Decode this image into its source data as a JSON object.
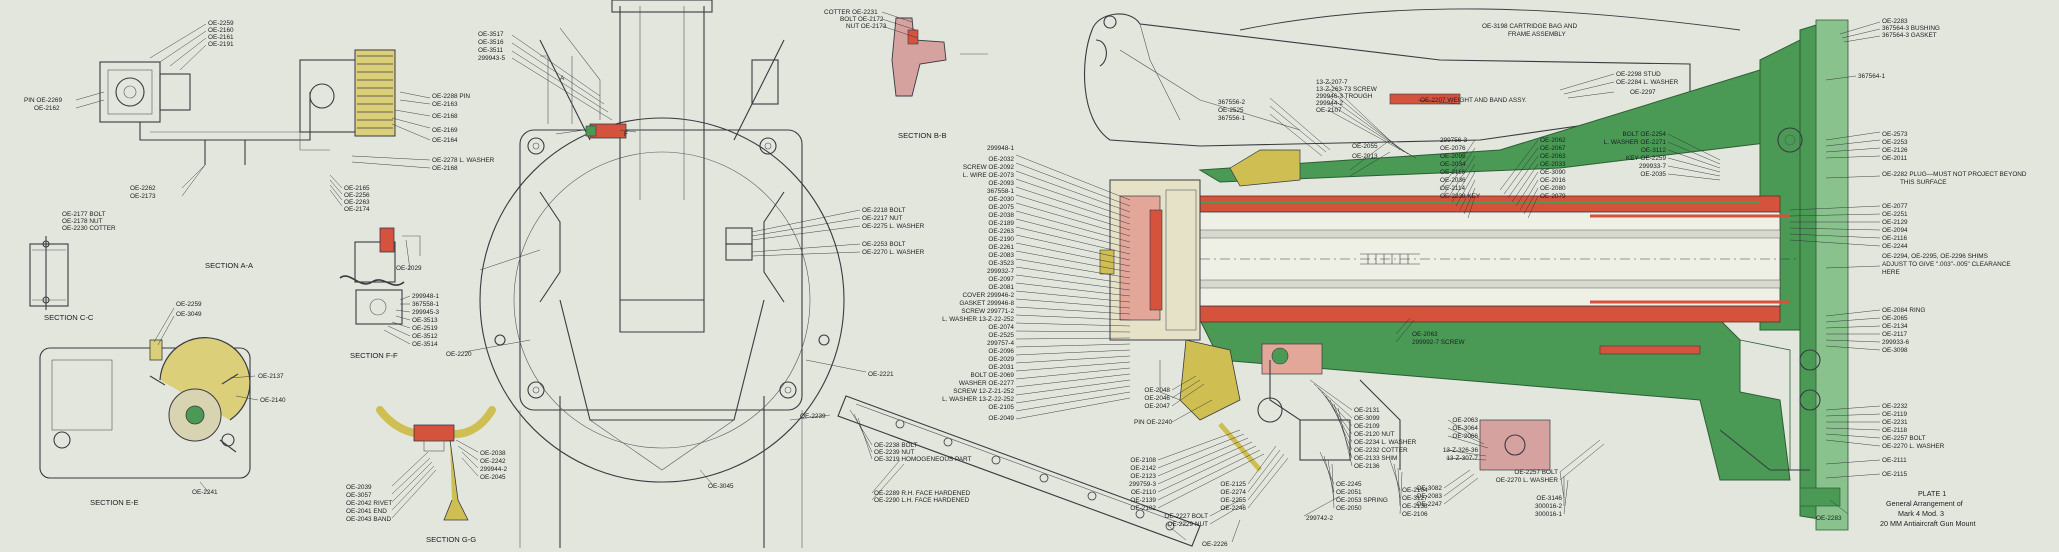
{
  "sections": {
    "a": "SECTION A-A",
    "b": "SECTION B-B",
    "c": "SECTION C-C",
    "e": "SECTION E-E",
    "f": "SECTION F-F",
    "g": "SECTION G-G"
  },
  "plate": {
    "number": "PLATE 1",
    "line1": "General Arrangement of",
    "line2": "Mark 4 Mod. 3",
    "line3": "20 MM Antiaircraft Gun Mount"
  },
  "notes": {
    "plug_1": "OE-2282 PLUG—MUST NOT PROJECT BEYOND",
    "plug_2": "THIS SURFACE",
    "shims_1": "OE-2294, OE-2295, OE-2296 SHIMS",
    "shims_2": "ADJUST TO GIVE \".003\"-.005\" CLEARANCE",
    "shims_3": "HERE"
  },
  "section_a_left": [
    "PIN OE-2269",
    "OE-2162"
  ],
  "section_a_top": [
    "OE-2259",
    "OE-2160",
    "OE-2161",
    "OE-2191"
  ],
  "section_a_bottom": [
    "OE-2262",
    "OE-2173"
  ],
  "section_a_right": [
    "OE-2288 PIN",
    "OE-2163",
    "OE-2168",
    "OE-2169",
    "OE-2164",
    "OE-2278 L. WASHER",
    "OE-2168"
  ],
  "section_a_right_low": [
    "OE-2165",
    "OE-2256",
    "OE-2263",
    "OE-2174"
  ],
  "section_c": [
    "OE-2177 BOLT",
    "OE-2178 NUT",
    "OE-2230 COTTER"
  ],
  "section_e_top": [
    "OE-2259",
    "OE-3049"
  ],
  "section_e_right": [
    "OE-2137",
    "OE-2140"
  ],
  "section_e_bottom": "OE-2241",
  "section_f_top": "OE-2029",
  "section_f_labels": [
    "299948-1",
    "367558-1",
    "299945-3",
    "OE-3513",
    "OE-2519",
    "OE-3512",
    "OE-3514"
  ],
  "section_g": [
    "OE-2038",
    "OE-2242",
    "299944-2",
    "OE-2045"
  ],
  "section_g_left": [
    "OE-2039",
    "OE-3057",
    "OE-2042 RIVET",
    "OE-2041 END",
    "OE-2043 BAND"
  ],
  "front_top_labels": [
    "OE-3517",
    "OE-3516",
    "OE-3511",
    "299943-5"
  ],
  "front_mid_labels": [
    "OE-2218 BOLT",
    "OE-2217 NUT",
    "OE-2275 L. WASHER"
  ],
  "front_mid_labels2": [
    "OE-2253 BOLT",
    "OE-2270 L. WASHER"
  ],
  "front_misc": {
    "oe2220": "OE-2220",
    "oe2221": "OE-2221",
    "oe2239": "OE-2239",
    "oe3045": "OE-3045",
    "marker_f": "F",
    "marker_a": "A"
  },
  "section_b_labels": [
    "COTTER OE-2231",
    "BOLT OE-2172",
    "NUT OE-2173"
  ],
  "base_labels": [
    "OE-2238 BOLT",
    "OE-2239 NUT",
    "OE-3219 HOMOGENEOUS PART"
  ],
  "base_labels2": [
    "OE-2289 R.H. FACE HARDENED",
    "OE-2290 L.H. FACE HARDENED"
  ],
  "receiver_left": [
    "299948-1",
    "OE-2032",
    "SCREW OE-2092",
    "L. WIRE OE-2073",
    "OE-2093",
    "367558-1",
    "OE-2030",
    "OE-2075",
    "OE-2038",
    "OE-2189",
    "OE-2263",
    "OE-2190",
    "OE-2261",
    "OE-2083",
    "OE-3523",
    "299932-7",
    "OE-2097",
    "OE-2081",
    "COVER 299946-2",
    "GASKET 299946-8",
    "SCREW 299771-2",
    "L. WASHER 13-Z-22-252",
    "OE-2074",
    "OE-2525",
    "299757-4",
    "OE-2096",
    "OE-2029",
    "OE-2031",
    "BOLT OE-2069",
    "WASHER OE-2277",
    "SCREW 12-Z-21-252",
    "L. WASHER 13-Z-22-252",
    "OE-2105",
    "OE-2049"
  ],
  "cartridge": "OE-3198 CARTRIDGE BAG AND",
  "cartridge2": "FRAME ASSEMBLY",
  "top_mid_labels": [
    "367556-2",
    "OE-2525",
    "367556-1"
  ],
  "screw_labels": [
    "13-Z-207-7",
    "13-Z-263-73 SCREW",
    "299946-3 TROUGH",
    "299944-2",
    "OE-2107"
  ],
  "weight_label": "OE-2207 WEIGHT AND BAND ASSY.",
  "mid_small": [
    "OE-2055",
    "OE-2013"
  ],
  "spring_labels_a": [
    "299756-3",
    "OE-2076",
    "OE-2095",
    "OE-2034",
    "OE-2116",
    "OE-2036",
    "OE-2114",
    "OE-2238 KEY"
  ],
  "spring_labels_b": [
    "OE-2062",
    "OE-2067",
    "OE-2063",
    "OE-2033",
    "OE-3090",
    "OE-2016",
    "OE-2080",
    "OE-2079"
  ],
  "stud_labels": [
    "OE-2298 STUD",
    "OE-2284 L. WASHER",
    "OE-2297"
  ],
  "bolt_labels": [
    "BOLT OE-2254",
    "L. WASHER OE-2271",
    "OE-3112",
    "KEY OE-2259",
    "299933-7",
    "OE-2035"
  ],
  "top_right": [
    "OE-2283",
    "367564-3 BUSHING",
    "367564-3 GASKET"
  ],
  "top_right2": "367564-1",
  "right_col_a": [
    "OE-2573",
    "OE-2253",
    "OE-2126",
    "OE-2011"
  ],
  "right_col_b": [
    "OE-2077",
    "OE-2251",
    "OE-2129",
    "OE-2094",
    "OE-2116",
    "OE-2244"
  ],
  "right_col_c": [
    "OE-2084 RING",
    "OE-2065",
    "OE-2134",
    "OE-2117",
    "299933-6",
    "OE-3098"
  ],
  "right_col_d": [
    "OE-2232",
    "OE-2119",
    "OE-2231",
    "OE-2118",
    "OE-2257 BOLT",
    "OE-2270 L. WASHER"
  ],
  "right_col_e": [
    "OE-2111",
    "OE-2115"
  ],
  "mid_lower_a": [
    "OE-2063",
    "299992-7 SCREW"
  ],
  "lower_left_a": [
    "OE-2048",
    "OE-2046",
    "OE-2047"
  ],
  "pin_label": "PIN OE-2240",
  "lower_mid_a": [
    "OE-2131",
    "OE-3099",
    "OE-2109",
    "OE-2120 NUT",
    "OE-2234 L. WASHER",
    "OE-2232 COTTER",
    "OE-2133 SHIM",
    "OE-2136"
  ],
  "lower_mid_b": [
    "OE-2063",
    "OE-3064",
    "OE-2066"
  ],
  "lower_mid_c": [
    "13-Z-326-36",
    "13-Z-307-7"
  ],
  "lower_left_b": [
    "OE-2108",
    "OE-2142",
    "OE-2123",
    "299759-3",
    "OE-2110",
    "OE-2139",
    "OE-2102"
  ],
  "lower_center": [
    "OE-2125",
    "OE-2274",
    "OE-2255",
    "OE-2246"
  ],
  "lower_center_b": [
    "OE-2245",
    "OE-2051",
    "OE-2053 SPRING",
    "OE-2050"
  ],
  "lower_center_c": [
    "OE-2104",
    "OE-3127",
    "OE-2138",
    "OE-2106"
  ],
  "lower_center_d": [
    "OE-3082",
    "OE-2083",
    "OE-2247"
  ],
  "lower_right_a": [
    "OE-2257 BOLT",
    "OE-2270 L. WASHER"
  ],
  "lower_right_b": [
    "OE-3146",
    "300016-2",
    "300016-1"
  ],
  "bottom_bolts": [
    "OE-2227 BOLT",
    "OE-2229 NUT"
  ],
  "bottom_misc": {
    "oe2226": "OE-2226",
    "p299742": "299742-2",
    "oe2283": "OE-2283"
  },
  "colors": {
    "green": "#4a9a55",
    "red": "#d5533c",
    "yellow": "#cfbf52",
    "line": "#3a3a42",
    "paper": "#e3e6dc"
  }
}
